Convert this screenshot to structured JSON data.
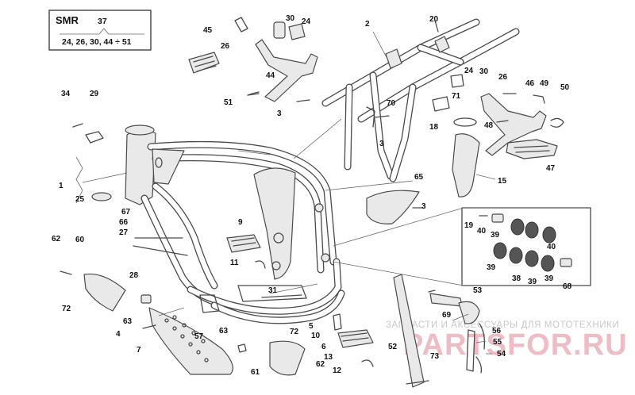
{
  "smr": {
    "title": "SMR",
    "number": "37",
    "range": "24, 26, 30, 44 ÷ 51"
  },
  "watermark": {
    "small": "ЗАПЧАСТИ И АКСЕССУАРЫ ДЛЯ МОТОТЕХНИКИ",
    "big": "PARTSFOR.RU"
  },
  "callouts": [
    {
      "id": "c-1",
      "label": "1"
    },
    {
      "id": "c-2",
      "label": "2"
    },
    {
      "id": "c-3a",
      "label": "3"
    },
    {
      "id": "c-3b",
      "label": "3"
    },
    {
      "id": "c-3c",
      "label": "3"
    },
    {
      "id": "c-4",
      "label": "4"
    },
    {
      "id": "c-5",
      "label": "5"
    },
    {
      "id": "c-6",
      "label": "6"
    },
    {
      "id": "c-7",
      "label": "7"
    },
    {
      "id": "c-9",
      "label": "9"
    },
    {
      "id": "c-10",
      "label": "10"
    },
    {
      "id": "c-11",
      "label": "11"
    },
    {
      "id": "c-12",
      "label": "12"
    },
    {
      "id": "c-13",
      "label": "13"
    },
    {
      "id": "c-15",
      "label": "15"
    },
    {
      "id": "c-18",
      "label": "18"
    },
    {
      "id": "c-19",
      "label": "19"
    },
    {
      "id": "c-20",
      "label": "20"
    },
    {
      "id": "c-24a",
      "label": "24"
    },
    {
      "id": "c-24b",
      "label": "24"
    },
    {
      "id": "c-25",
      "label": "25"
    },
    {
      "id": "c-26a",
      "label": "26"
    },
    {
      "id": "c-26b",
      "label": "26"
    },
    {
      "id": "c-27",
      "label": "27"
    },
    {
      "id": "c-28",
      "label": "28"
    },
    {
      "id": "c-29",
      "label": "29"
    },
    {
      "id": "c-30a",
      "label": "30"
    },
    {
      "id": "c-30b",
      "label": "30"
    },
    {
      "id": "c-31",
      "label": "31"
    },
    {
      "id": "c-34",
      "label": "34"
    },
    {
      "id": "c-38",
      "label": "38"
    },
    {
      "id": "c-39a",
      "label": "39"
    },
    {
      "id": "c-39b",
      "label": "39"
    },
    {
      "id": "c-39c",
      "label": "39"
    },
    {
      "id": "c-39d",
      "label": "39"
    },
    {
      "id": "c-40a",
      "label": "40"
    },
    {
      "id": "c-40b",
      "label": "40"
    },
    {
      "id": "c-44",
      "label": "44"
    },
    {
      "id": "c-45",
      "label": "45"
    },
    {
      "id": "c-46",
      "label": "46"
    },
    {
      "id": "c-47",
      "label": "47"
    },
    {
      "id": "c-48",
      "label": "48"
    },
    {
      "id": "c-49",
      "label": "49"
    },
    {
      "id": "c-50",
      "label": "50"
    },
    {
      "id": "c-51",
      "label": "51"
    },
    {
      "id": "c-52",
      "label": "52"
    },
    {
      "id": "c-53",
      "label": "53"
    },
    {
      "id": "c-54",
      "label": "54"
    },
    {
      "id": "c-55",
      "label": "55"
    },
    {
      "id": "c-56",
      "label": "56"
    },
    {
      "id": "c-57",
      "label": "57"
    },
    {
      "id": "c-60",
      "label": "60"
    },
    {
      "id": "c-61",
      "label": "61"
    },
    {
      "id": "c-62a",
      "label": "62"
    },
    {
      "id": "c-62b",
      "label": "62"
    },
    {
      "id": "c-63a",
      "label": "63"
    },
    {
      "id": "c-63b",
      "label": "63"
    },
    {
      "id": "c-65",
      "label": "65"
    },
    {
      "id": "c-66",
      "label": "66"
    },
    {
      "id": "c-67",
      "label": "67"
    },
    {
      "id": "c-68",
      "label": "68"
    },
    {
      "id": "c-69",
      "label": "69"
    },
    {
      "id": "c-70",
      "label": "70"
    },
    {
      "id": "c-71",
      "label": "71"
    },
    {
      "id": "c-72a",
      "label": "72"
    },
    {
      "id": "c-72b",
      "label": "72"
    },
    {
      "id": "c-73",
      "label": "73"
    }
  ]
}
